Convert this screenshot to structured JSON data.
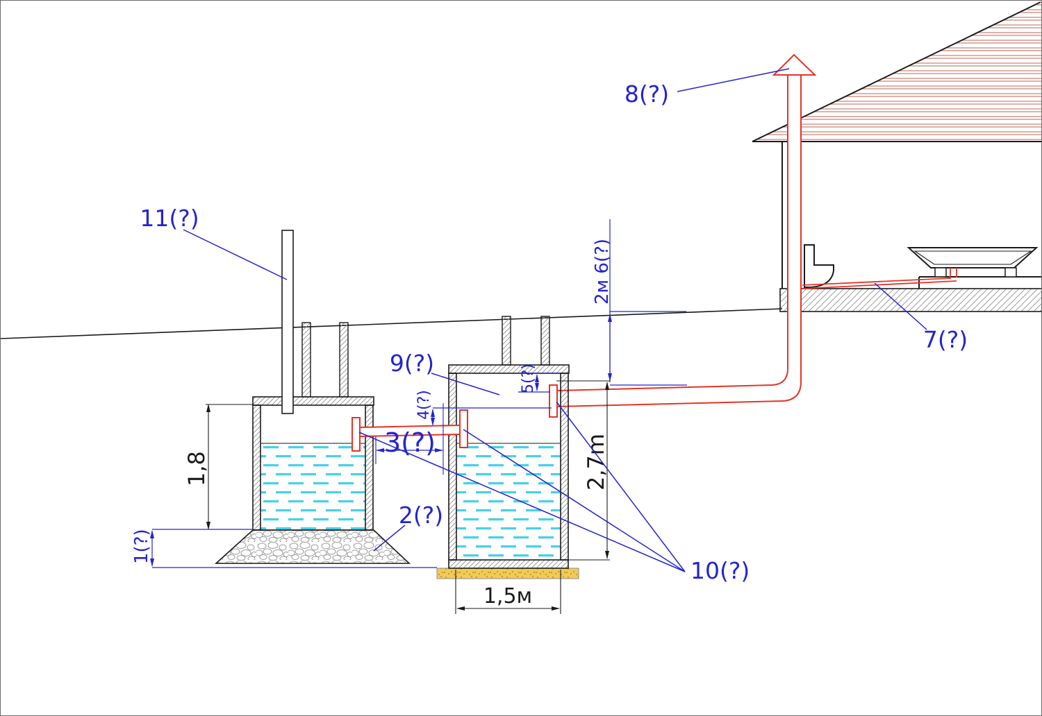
{
  "drawing": {
    "title": "septic-system-section-diagram",
    "callouts": {
      "c1": {
        "text": "1(?)"
      },
      "c2": {
        "text": "2(?)"
      },
      "c3": {
        "text": "3(?)"
      },
      "c4": {
        "text": "4(?)"
      },
      "c5": {
        "text": "5(?)"
      },
      "c6": {
        "text": "2м 6(?)"
      },
      "c7": {
        "text": "7(?)"
      },
      "c8": {
        "text": "8(?)"
      },
      "c9": {
        "text": "9(?)"
      },
      "c10": {
        "text": "10(?)"
      },
      "c11": {
        "text": "11(?)"
      }
    },
    "dimensions": {
      "tank1_height": "1,8",
      "tank2_depth": "2,7m",
      "tank2_width": "1,5м"
    },
    "colors": {
      "annotation_blue": "#2323d2",
      "pipe_red": "#e63326",
      "water_cyan": "#45d1e8",
      "roof_hatch_salmon": "#cd8273",
      "sand_yellow": "#f0cb55",
      "line_black": "#1a1a1a"
    }
  }
}
